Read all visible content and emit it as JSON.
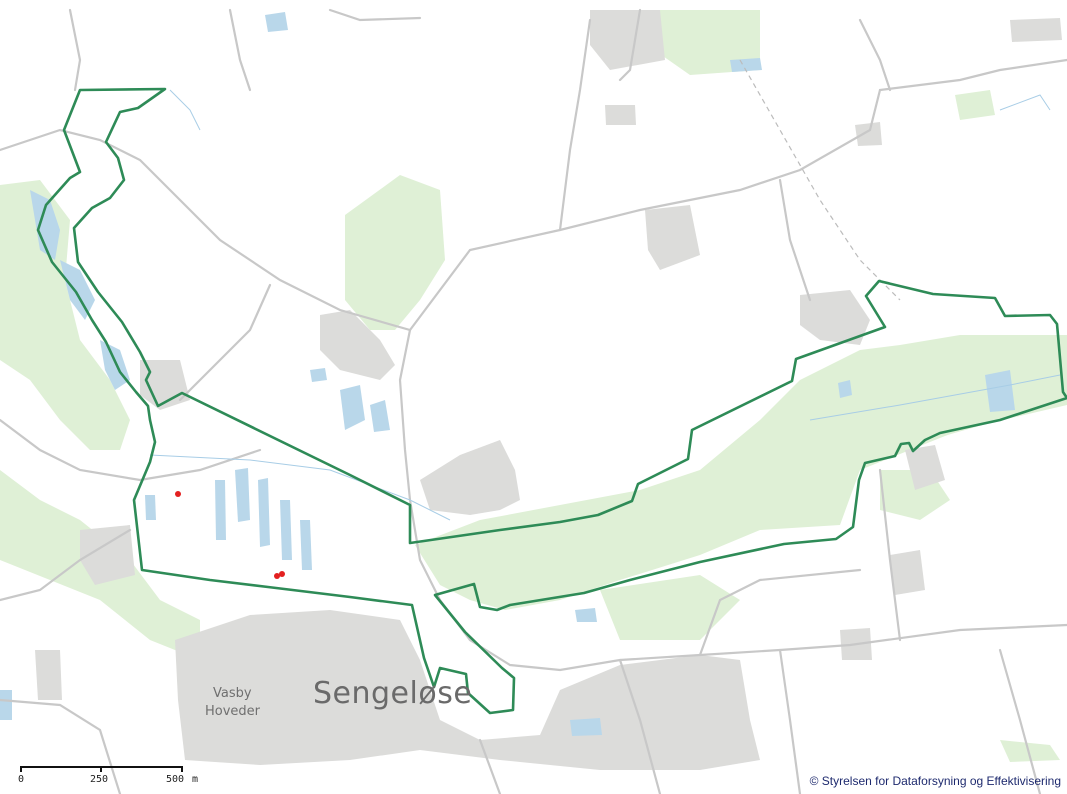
{
  "map": {
    "town_label": "Sengeløse",
    "district_label_line1": "Vasby",
    "district_label_line2": "Hoveder",
    "attribution": "© Styrelsen for Dataforsyning og Effektivisering",
    "scalebar": {
      "labels": [
        "0",
        "250",
        "500"
      ],
      "unit": "m"
    },
    "colors": {
      "boundary": "#2e8b57",
      "forest": "#dff0d6",
      "urban": "#dcdcda",
      "water": "#b9d7ea",
      "road": "#cfcfcf",
      "marker": "#e32020"
    }
  }
}
